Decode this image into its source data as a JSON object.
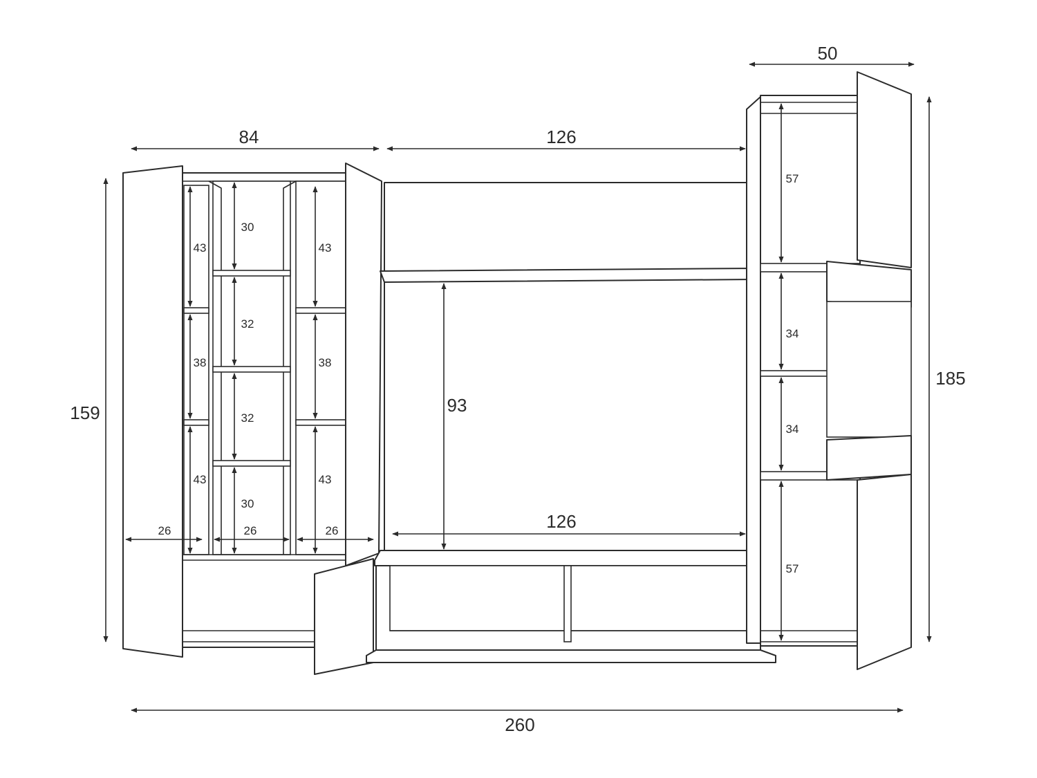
{
  "dimensions": {
    "top_left_width": "84",
    "top_center_width": "126",
    "top_right_width": "50",
    "left_height": "159",
    "right_height": "185",
    "total_width": "260",
    "tv_opening_height": "93",
    "tv_base_width": "126",
    "left_col_top": "43",
    "left_col_mid": "38",
    "left_col_bottom": "43",
    "mid_col_1": "30",
    "mid_col_2": "32",
    "mid_col_3": "32",
    "mid_col_4": "30",
    "right_col_top": "43",
    "right_col_mid": "38",
    "right_col_bottom": "43",
    "depth_left": "26",
    "depth_mid": "26",
    "depth_right": "26",
    "tall_top": "57",
    "tall_mid_1": "34",
    "tall_mid_2": "34",
    "tall_bottom": "57"
  }
}
